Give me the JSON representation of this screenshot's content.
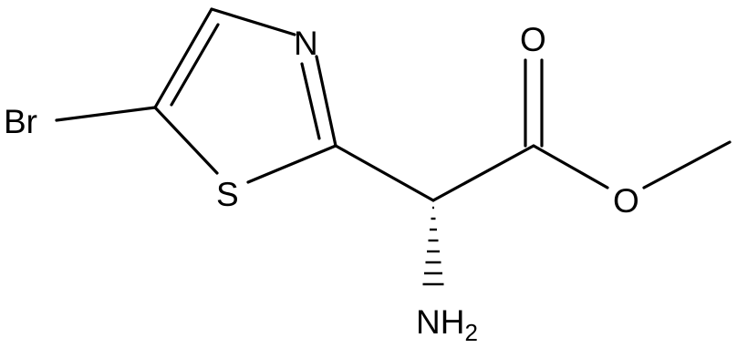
{
  "atoms": {
    "br": "Br",
    "s": "S",
    "n": "N",
    "o_carbonyl": "O",
    "o_ester": "O",
    "nh2_main": "NH",
    "nh2_sub": "2"
  }
}
